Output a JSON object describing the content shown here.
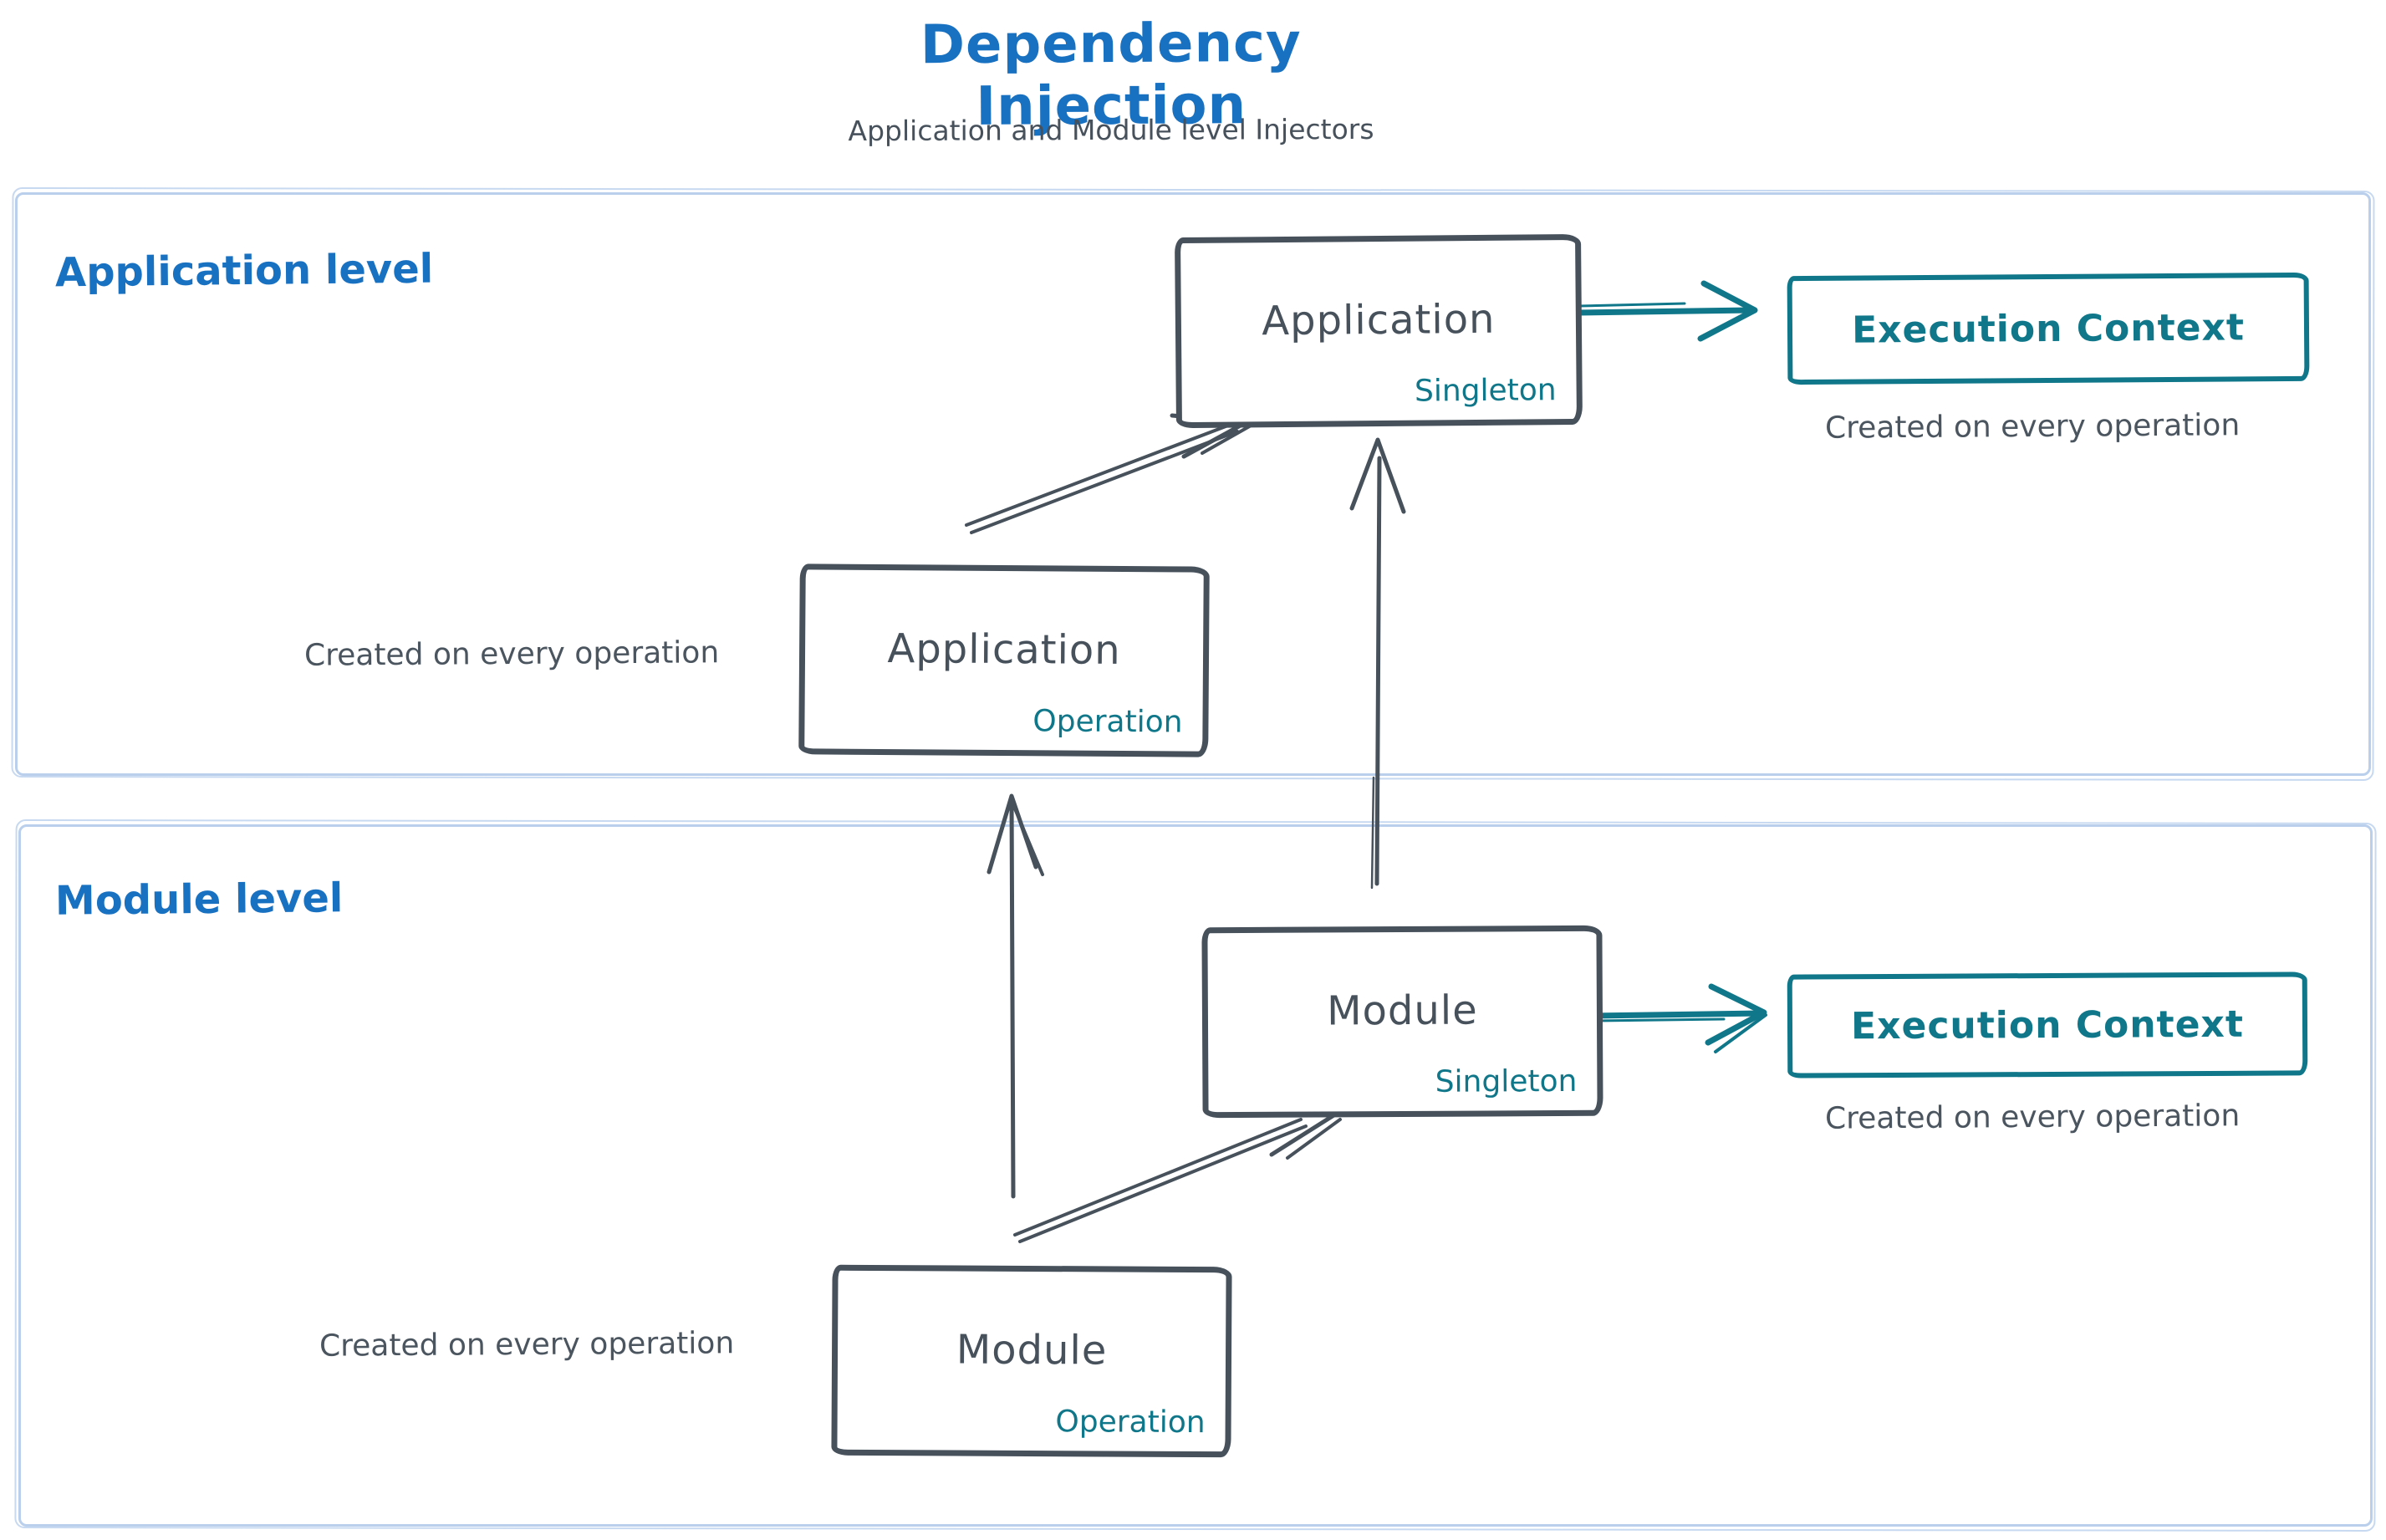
{
  "title": "Dependency Injection",
  "subtitle": "Application and Module level Injectors",
  "colors": {
    "accent_blue": "#1971c2",
    "accent_teal": "#0f7789",
    "ink_dark": "#47515c",
    "container_border": "#b9cfec"
  },
  "sections": {
    "application": {
      "label": "Application level"
    },
    "module": {
      "label": "Module level"
    }
  },
  "nodes": {
    "app_singleton": {
      "name": "Application",
      "scope": "Singleton"
    },
    "app_operation": {
      "name": "Application",
      "scope": "Operation",
      "caption": "Created on every operation"
    },
    "module_singleton": {
      "name": "Module",
      "scope": "Singleton"
    },
    "module_operation": {
      "name": "Module",
      "scope": "Operation",
      "caption": "Created on every operation"
    },
    "execution_context_app": {
      "label": "Execution Context",
      "caption": "Created on every operation"
    },
    "execution_context_module": {
      "label": "Execution Context",
      "caption": "Created on every operation"
    }
  }
}
